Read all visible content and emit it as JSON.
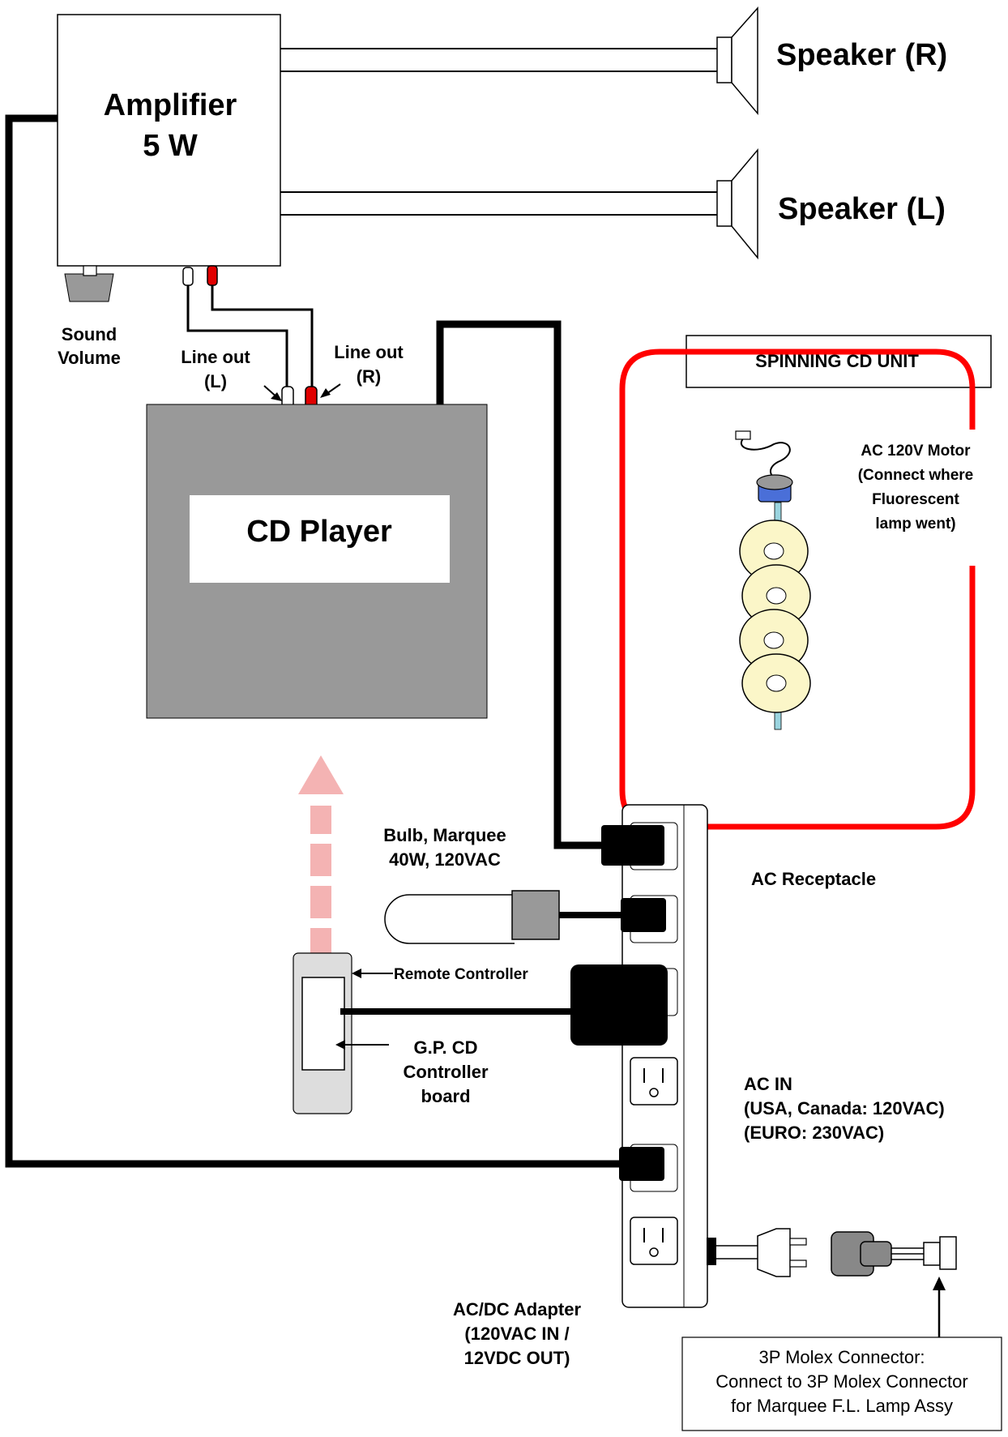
{
  "amplifier": {
    "line1": "Amplifier",
    "line2": "5 W"
  },
  "speaker_right": "Speaker (R)",
  "speaker_left": "Speaker (L)",
  "sound_volume": {
    "line1": "Sound",
    "line2": "Volume"
  },
  "line_out_left": {
    "line1": "Line out",
    "line2": "(L)"
  },
  "line_out_right": {
    "line1": "Line out",
    "line2": "(R)"
  },
  "cd_player": "CD Player",
  "spinning_cd_unit": "SPINNING CD UNIT",
  "motor": {
    "line1": "AC 120V Motor",
    "line2": "(Connect where",
    "line3": "Fluorescent",
    "line4": "lamp went)"
  },
  "bulb": {
    "line1": "Bulb, Marquee",
    "line2": "40W, 120VAC"
  },
  "ac_receptacle": "AC Receptacle",
  "remote_controller": "Remote Controller",
  "controller_board": {
    "line1": "G.P. CD",
    "line2": "Controller",
    "line3": "board"
  },
  "ac_in": {
    "line1": "AC IN",
    "line2": "(USA, Canada: 120VAC)",
    "line3": "(EURO: 230VAC)"
  },
  "adapter": {
    "line1": "AC/DC Adapter",
    "line2": "(120VAC IN /",
    "line3": "12VDC OUT)"
  },
  "molex": {
    "line1": "3P Molex Connector:",
    "line2": "Connect to 3P Molex Connector",
    "line3": "for Marquee F.L. Lamp Assy"
  },
  "colors": {
    "highlight": "#ff0000",
    "cd_player_body": "#999999",
    "arrow": "#f4b3b3",
    "disc": "#fbf6c8",
    "motor_cap": "#4a6fd8"
  }
}
